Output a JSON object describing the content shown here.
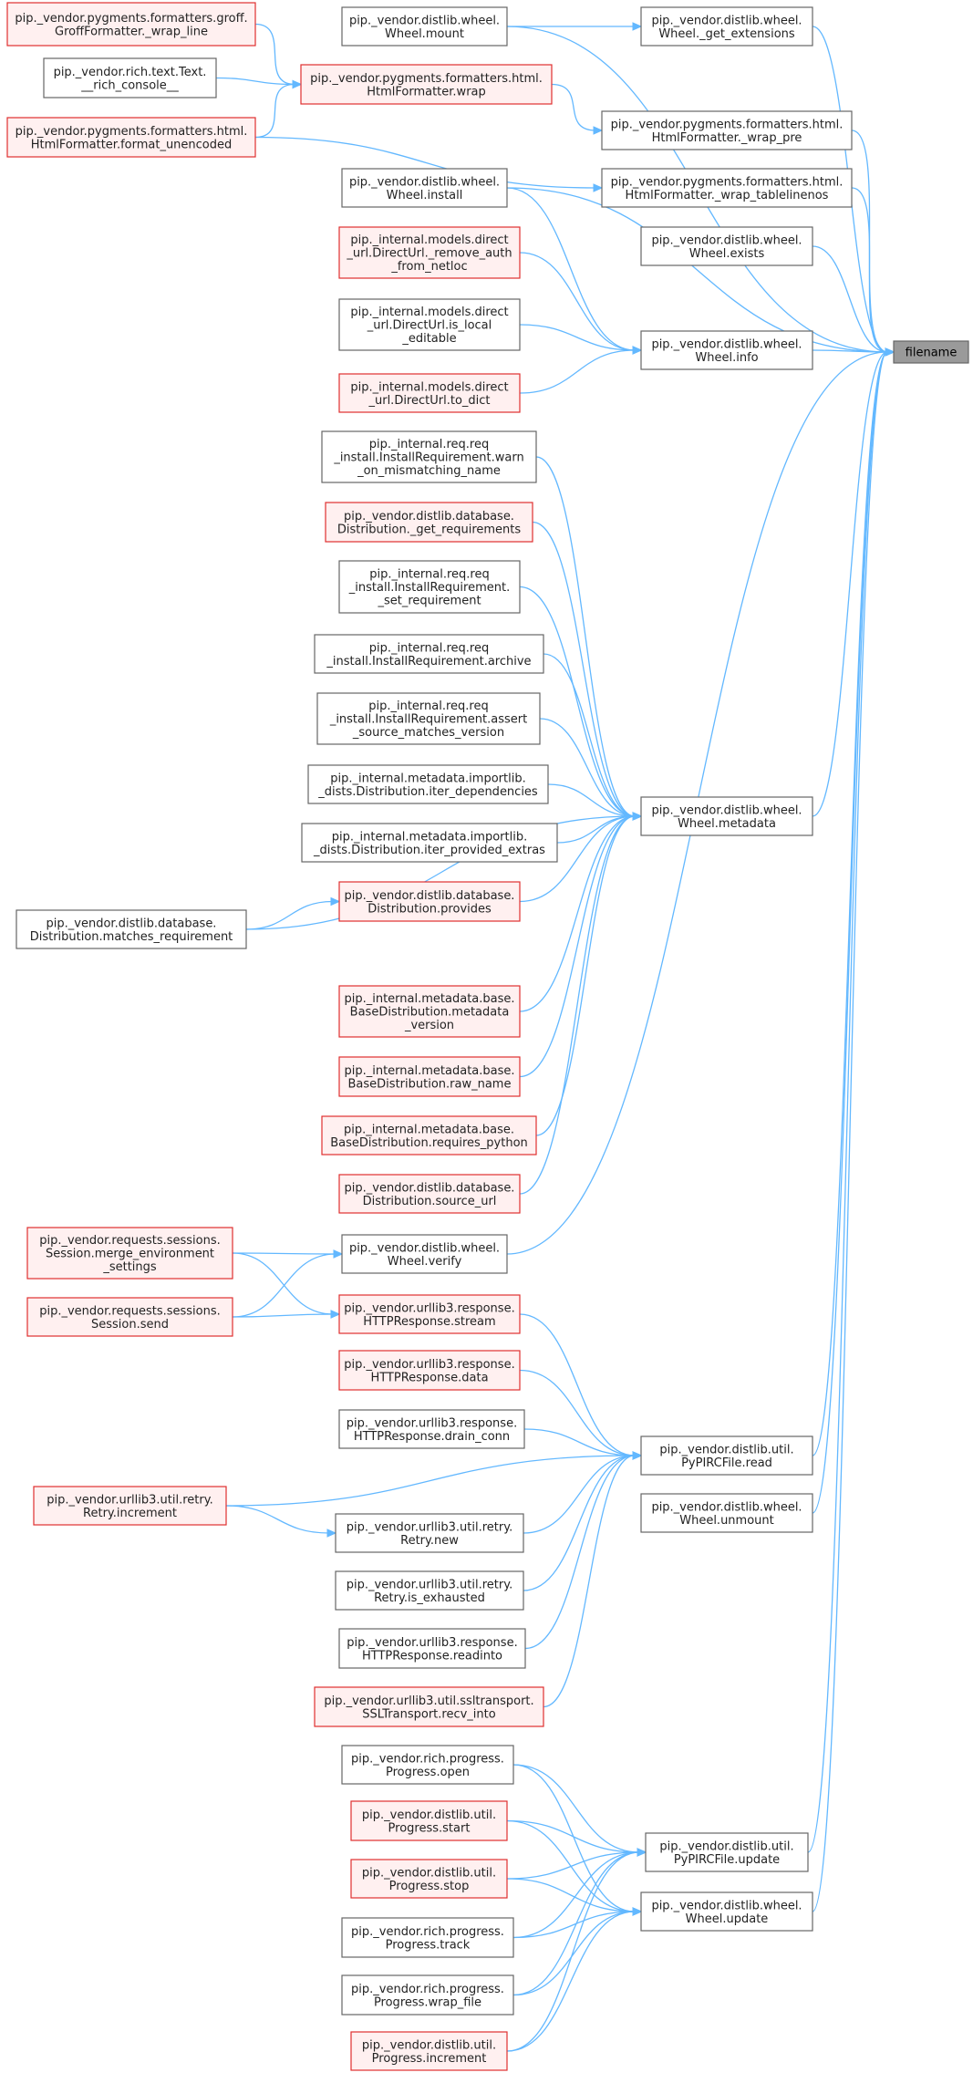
{
  "colors": {
    "edge": "#63b8ff",
    "node_border": "#666666",
    "node_border_highlight": "#e03030",
    "node_fill_highlight": "#fff0f0",
    "target_fill": "#9a9a9a"
  },
  "nodes": [
    {
      "id": "filename",
      "lines": [
        "filename"
      ],
      "style": "target"
    },
    {
      "id": "wheel_mount",
      "lines": [
        "pip._vendor.distlib.wheel.",
        "Wheel.mount"
      ],
      "style": "gray"
    },
    {
      "id": "wheel_get_ext",
      "lines": [
        "pip._vendor.distlib.wheel.",
        "Wheel._get_extensions"
      ],
      "style": "gray"
    },
    {
      "id": "groff_wrap",
      "lines": [
        "pip._vendor.pygments.formatters.groff.",
        "GroffFormatter._wrap_line"
      ],
      "style": "red"
    },
    {
      "id": "rich_console",
      "lines": [
        "pip._vendor.rich.text.Text.",
        "__rich_console__"
      ],
      "style": "gray"
    },
    {
      "id": "html_wrap",
      "lines": [
        "pip._vendor.pygments.formatters.html.",
        "HtmlFormatter.wrap"
      ],
      "style": "red"
    },
    {
      "id": "html_format_unenc",
      "lines": [
        "pip._vendor.pygments.formatters.html.",
        "HtmlFormatter.format_unencoded"
      ],
      "style": "red"
    },
    {
      "id": "html_wrap_pre",
      "lines": [
        "pip._vendor.pygments.formatters.html.",
        "HtmlFormatter._wrap_pre"
      ],
      "style": "gray"
    },
    {
      "id": "html_wrap_table",
      "lines": [
        "pip._vendor.pygments.formatters.html.",
        "HtmlFormatter._wrap_tablelinenos"
      ],
      "style": "gray"
    },
    {
      "id": "wheel_install",
      "lines": [
        "pip._vendor.distlib.wheel.",
        "Wheel.install"
      ],
      "style": "gray"
    },
    {
      "id": "wheel_exists",
      "lines": [
        "pip._vendor.distlib.wheel.",
        "Wheel.exists"
      ],
      "style": "gray"
    },
    {
      "id": "remove_auth",
      "lines": [
        "pip._internal.models.direct",
        "_url.DirectUrl._remove_auth",
        "_from_netloc"
      ],
      "style": "red"
    },
    {
      "id": "is_local_editable",
      "lines": [
        "pip._internal.models.direct",
        "_url.DirectUrl.is_local",
        "_editable"
      ],
      "style": "gray"
    },
    {
      "id": "wheel_info",
      "lines": [
        "pip._vendor.distlib.wheel.",
        "Wheel.info"
      ],
      "style": "gray"
    },
    {
      "id": "to_dict",
      "lines": [
        "pip._internal.models.direct",
        "_url.DirectUrl.to_dict"
      ],
      "style": "red"
    },
    {
      "id": "warn_mismatch",
      "lines": [
        "pip._internal.req.req",
        "_install.InstallRequirement.warn",
        "_on_mismatching_name"
      ],
      "style": "gray"
    },
    {
      "id": "get_requirements",
      "lines": [
        "pip._vendor.distlib.database.",
        "Distribution._get_requirements"
      ],
      "style": "red"
    },
    {
      "id": "set_requirement",
      "lines": [
        "pip._internal.req.req",
        "_install.InstallRequirement.",
        "_set_requirement"
      ],
      "style": "gray"
    },
    {
      "id": "archive",
      "lines": [
        "pip._internal.req.req",
        "_install.InstallRequirement.archive"
      ],
      "style": "gray"
    },
    {
      "id": "assert_source",
      "lines": [
        "pip._internal.req.req",
        "_install.InstallRequirement.assert",
        "_source_matches_version"
      ],
      "style": "gray"
    },
    {
      "id": "iter_deps",
      "lines": [
        "pip._internal.metadata.importlib.",
        "_dists.Distribution.iter_dependencies"
      ],
      "style": "gray"
    },
    {
      "id": "iter_extras",
      "lines": [
        "pip._internal.metadata.importlib.",
        "_dists.Distribution.iter_provided_extras"
      ],
      "style": "gray"
    },
    {
      "id": "wheel_metadata",
      "lines": [
        "pip._vendor.distlib.wheel.",
        "Wheel.metadata"
      ],
      "style": "gray"
    },
    {
      "id": "provides",
      "lines": [
        "pip._vendor.distlib.database.",
        "Distribution.provides"
      ],
      "style": "red"
    },
    {
      "id": "matches_req",
      "lines": [
        "pip._vendor.distlib.database.",
        "Distribution.matches_requirement"
      ],
      "style": "gray"
    },
    {
      "id": "metadata_version",
      "lines": [
        "pip._internal.metadata.base.",
        "BaseDistribution.metadata",
        "_version"
      ],
      "style": "red"
    },
    {
      "id": "raw_name",
      "lines": [
        "pip._internal.metadata.base.",
        "BaseDistribution.raw_name"
      ],
      "style": "red"
    },
    {
      "id": "requires_python",
      "lines": [
        "pip._internal.metadata.base.",
        "BaseDistribution.requires_python"
      ],
      "style": "red"
    },
    {
      "id": "source_url",
      "lines": [
        "pip._vendor.distlib.database.",
        "Distribution.source_url"
      ],
      "style": "red"
    },
    {
      "id": "merge_env",
      "lines": [
        "pip._vendor.requests.sessions.",
        "Session.merge_environment",
        "_settings"
      ],
      "style": "red"
    },
    {
      "id": "wheel_verify",
      "lines": [
        "pip._vendor.distlib.wheel.",
        "Wheel.verify"
      ],
      "style": "gray"
    },
    {
      "id": "session_send",
      "lines": [
        "pip._vendor.requests.sessions.",
        "Session.send"
      ],
      "style": "red"
    },
    {
      "id": "http_stream",
      "lines": [
        "pip._vendor.urllib3.response.",
        "HTTPResponse.stream"
      ],
      "style": "red"
    },
    {
      "id": "http_data",
      "lines": [
        "pip._vendor.urllib3.response.",
        "HTTPResponse.data"
      ],
      "style": "red"
    },
    {
      "id": "drain_conn",
      "lines": [
        "pip._vendor.urllib3.response.",
        "HTTPResponse.drain_conn"
      ],
      "style": "gray"
    },
    {
      "id": "pypirc_read",
      "lines": [
        "pip._vendor.distlib.util.",
        "PyPIRCFile.read"
      ],
      "style": "gray"
    },
    {
      "id": "retry_increment",
      "lines": [
        "pip._vendor.urllib3.util.retry.",
        "Retry.increment"
      ],
      "style": "red"
    },
    {
      "id": "wheel_unmount",
      "lines": [
        "pip._vendor.distlib.wheel.",
        "Wheel.unmount"
      ],
      "style": "gray"
    },
    {
      "id": "retry_new",
      "lines": [
        "pip._vendor.urllib3.util.retry.",
        "Retry.new"
      ],
      "style": "gray"
    },
    {
      "id": "retry_exhausted",
      "lines": [
        "pip._vendor.urllib3.util.retry.",
        "Retry.is_exhausted"
      ],
      "style": "gray"
    },
    {
      "id": "readinto",
      "lines": [
        "pip._vendor.urllib3.response.",
        "HTTPResponse.readinto"
      ],
      "style": "gray"
    },
    {
      "id": "recv_into",
      "lines": [
        "pip._vendor.urllib3.util.ssltransport.",
        "SSLTransport.recv_into"
      ],
      "style": "red"
    },
    {
      "id": "progress_open",
      "lines": [
        "pip._vendor.rich.progress.",
        "Progress.open"
      ],
      "style": "gray"
    },
    {
      "id": "progress_start",
      "lines": [
        "pip._vendor.distlib.util.",
        "Progress.start"
      ],
      "style": "red"
    },
    {
      "id": "pypirc_update",
      "lines": [
        "pip._vendor.distlib.util.",
        "PyPIRCFile.update"
      ],
      "style": "gray"
    },
    {
      "id": "progress_stop",
      "lines": [
        "pip._vendor.distlib.util.",
        "Progress.stop"
      ],
      "style": "red"
    },
    {
      "id": "wheel_update",
      "lines": [
        "pip._vendor.distlib.wheel.",
        "Wheel.update"
      ],
      "style": "gray"
    },
    {
      "id": "progress_track",
      "lines": [
        "pip._vendor.rich.progress.",
        "Progress.track"
      ],
      "style": "gray"
    },
    {
      "id": "progress_wrap_file",
      "lines": [
        "pip._vendor.rich.progress.",
        "Progress.wrap_file"
      ],
      "style": "gray"
    },
    {
      "id": "progress_increment",
      "lines": [
        "pip._vendor.distlib.util.",
        "Progress.increment"
      ],
      "style": "red"
    }
  ],
  "edges": [
    [
      "wheel_mount",
      "wheel_get_ext"
    ],
    [
      "wheel_mount",
      "filename"
    ],
    [
      "wheel_get_ext",
      "filename"
    ],
    [
      "groff_wrap",
      "html_wrap"
    ],
    [
      "rich_console",
      "html_wrap"
    ],
    [
      "html_format_unenc",
      "html_wrap"
    ],
    [
      "html_wrap",
      "html_wrap_pre"
    ],
    [
      "html_format_unenc",
      "html_wrap_table"
    ],
    [
      "html_wrap_pre",
      "filename"
    ],
    [
      "html_wrap_table",
      "filename"
    ],
    [
      "wheel_install",
      "filename"
    ],
    [
      "wheel_install",
      "wheel_info"
    ],
    [
      "wheel_exists",
      "filename"
    ],
    [
      "remove_auth",
      "wheel_info"
    ],
    [
      "is_local_editable",
      "wheel_info"
    ],
    [
      "to_dict",
      "wheel_info"
    ],
    [
      "wheel_info",
      "filename"
    ],
    [
      "warn_mismatch",
      "wheel_metadata"
    ],
    [
      "get_requirements",
      "wheel_metadata"
    ],
    [
      "set_requirement",
      "wheel_metadata"
    ],
    [
      "archive",
      "wheel_metadata"
    ],
    [
      "assert_source",
      "wheel_metadata"
    ],
    [
      "iter_deps",
      "wheel_metadata"
    ],
    [
      "iter_extras",
      "wheel_metadata"
    ],
    [
      "provides",
      "wheel_metadata"
    ],
    [
      "matches_req",
      "provides"
    ],
    [
      "matches_req",
      "wheel_metadata"
    ],
    [
      "metadata_version",
      "wheel_metadata"
    ],
    [
      "raw_name",
      "wheel_metadata"
    ],
    [
      "requires_python",
      "wheel_metadata"
    ],
    [
      "source_url",
      "wheel_metadata"
    ],
    [
      "wheel_metadata",
      "filename"
    ],
    [
      "merge_env",
      "wheel_verify"
    ],
    [
      "merge_env",
      "http_stream"
    ],
    [
      "session_send",
      "wheel_verify"
    ],
    [
      "session_send",
      "http_stream"
    ],
    [
      "wheel_verify",
      "filename"
    ],
    [
      "http_stream",
      "pypirc_read"
    ],
    [
      "http_data",
      "pypirc_read"
    ],
    [
      "drain_conn",
      "pypirc_read"
    ],
    [
      "retry_increment",
      "pypirc_read"
    ],
    [
      "retry_increment",
      "retry_new"
    ],
    [
      "retry_new",
      "pypirc_read"
    ],
    [
      "retry_exhausted",
      "pypirc_read"
    ],
    [
      "readinto",
      "pypirc_read"
    ],
    [
      "recv_into",
      "pypirc_read"
    ],
    [
      "pypirc_read",
      "filename"
    ],
    [
      "wheel_unmount",
      "filename"
    ],
    [
      "progress_open",
      "pypirc_update"
    ],
    [
      "progress_open",
      "wheel_update"
    ],
    [
      "progress_start",
      "pypirc_update"
    ],
    [
      "progress_start",
      "wheel_update"
    ],
    [
      "progress_stop",
      "pypirc_update"
    ],
    [
      "progress_stop",
      "wheel_update"
    ],
    [
      "progress_track",
      "pypirc_update"
    ],
    [
      "progress_track",
      "wheel_update"
    ],
    [
      "progress_wrap_file",
      "pypirc_update"
    ],
    [
      "progress_wrap_file",
      "wheel_update"
    ],
    [
      "progress_increment",
      "pypirc_update"
    ],
    [
      "progress_increment",
      "wheel_update"
    ],
    [
      "pypirc_update",
      "filename"
    ],
    [
      "wheel_update",
      "filename"
    ]
  ]
}
